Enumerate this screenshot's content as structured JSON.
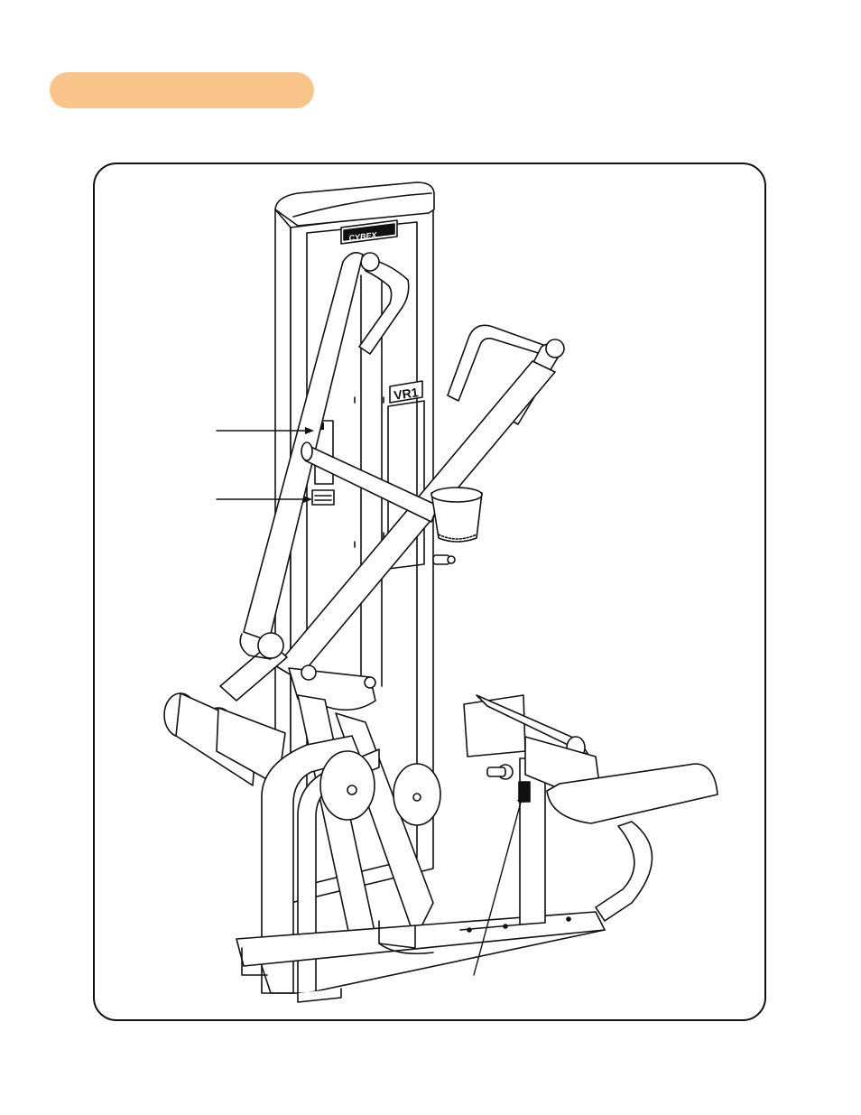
{
  "header": {
    "pill_color": "#f8c48a"
  },
  "machine": {
    "brand_logo": "CYBEX",
    "model_label": "VR1"
  },
  "callouts": [
    {
      "target": "upper-decal"
    },
    {
      "target": "lower-decal"
    },
    {
      "target": "seat-post-decal"
    }
  ]
}
